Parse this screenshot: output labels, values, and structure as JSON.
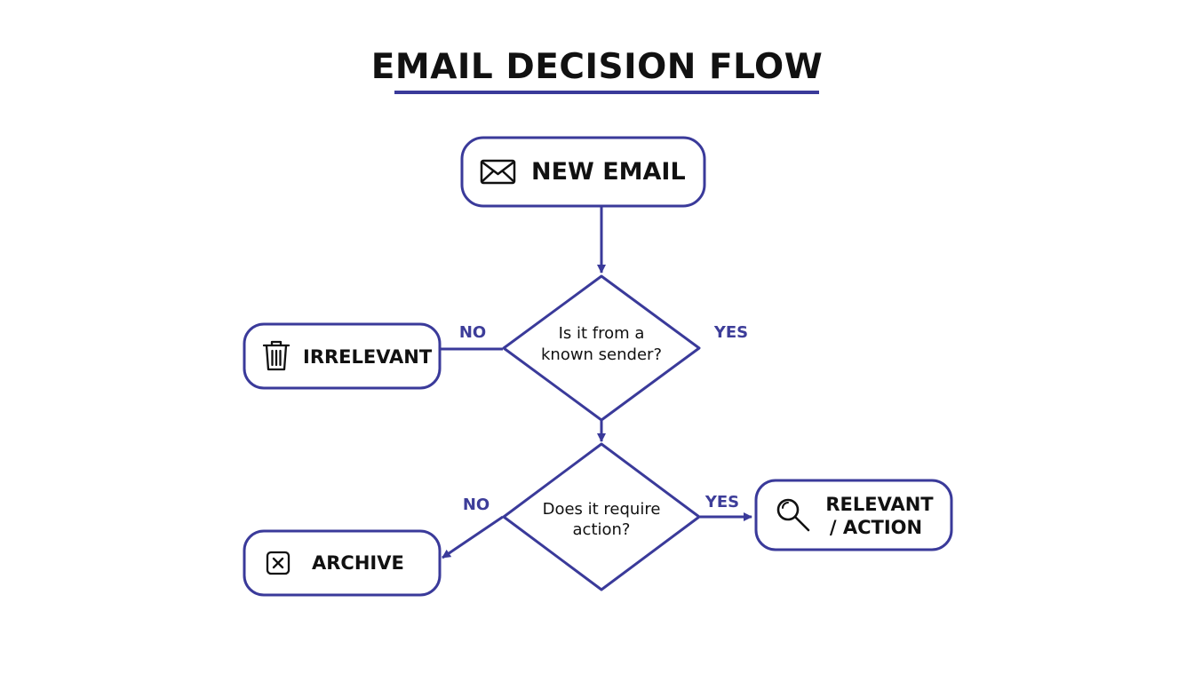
{
  "title": "EMAIL DECISION FLOW",
  "colors": {
    "stroke": "#3a3a9a",
    "edge_label": "#3d3d99",
    "text": "#111111",
    "background": "#ffffff"
  },
  "nodes": {
    "new_email": {
      "label": "NEW EMAIL",
      "icon": "envelope-icon"
    },
    "irrelevant": {
      "label": "IRRELEVANT",
      "icon": "trash-icon"
    },
    "archive": {
      "label": "ARCHIVE",
      "icon": "close-box-icon"
    },
    "relevant": {
      "line1": "RELEVANT",
      "line2": "/ ACTION",
      "icon": "magnifier-icon"
    }
  },
  "decisions": {
    "known_sender": {
      "line1": "Is it from a",
      "line2": "known sender?"
    },
    "require_action": {
      "line1": "Does it require",
      "line2": "action?"
    }
  },
  "edges": {
    "d1_no": "NO",
    "d1_yes": "YES",
    "d2_no": "NO",
    "d2_yes": "YES"
  }
}
